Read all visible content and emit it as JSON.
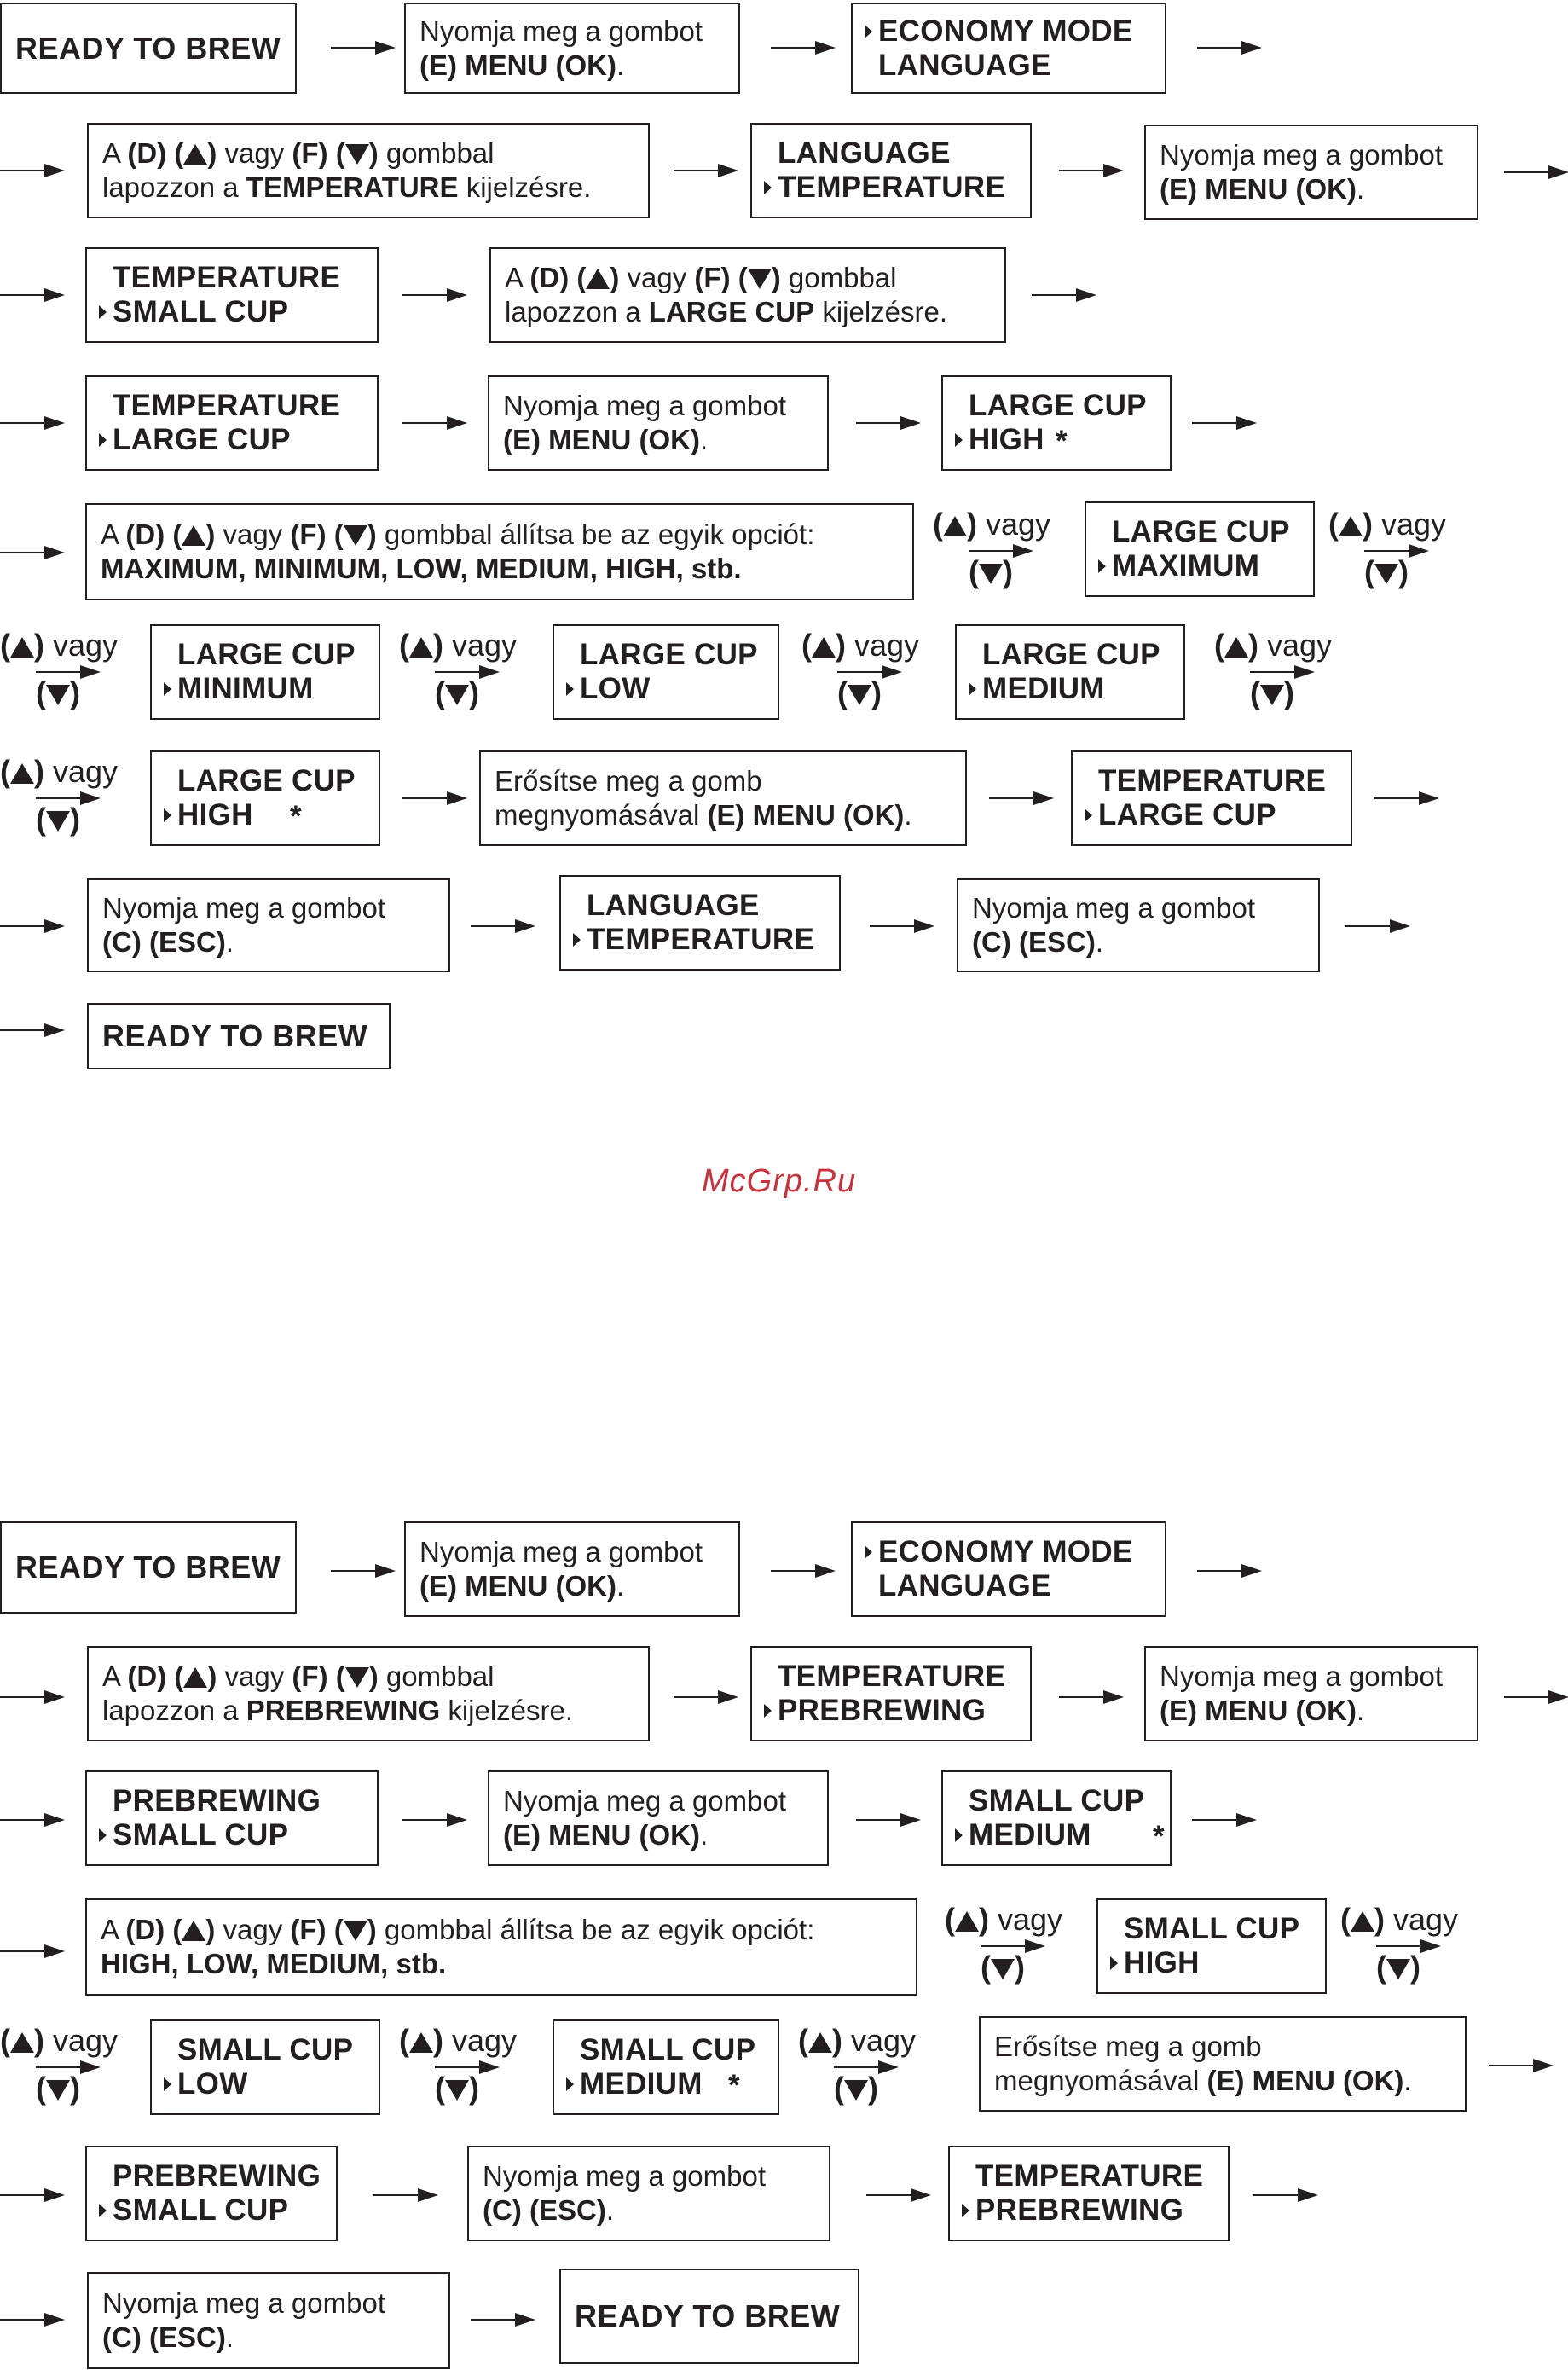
{
  "ready": "READY TO BREW",
  "instr": {
    "press_line1": "Nyomja meg a gombot",
    "menu_ok": "(E) MENU (OK)",
    "esc": "(C) (ESC)",
    "scroll_prefix_a": "A",
    "btn_d": "(D)",
    "or": "vagy",
    "btn_f": "(F)",
    "scroll_gombbal": "gombbal",
    "scroll_lapozzon": "lapozzon a",
    "scroll_suffix": "kijelzésre.",
    "set_suffix": "gombbal állítsa be az egyik opciót:",
    "confirm_line1": "Erősítse meg a gomb",
    "confirm_line2": "megnyomásával"
  },
  "menu": {
    "economy_mode": "ECONOMY MODE",
    "language": "LANGUAGE",
    "temperature": "TEMPERATURE",
    "prebrewing": "PREBREWING",
    "small_cup": "SMALL CUP",
    "large_cup": "LARGE CUP",
    "high": "HIGH",
    "maximum": "MAXIMUM",
    "minimum": "MINIMUM",
    "low": "LOW",
    "medium": "MEDIUM",
    "star": "*"
  },
  "options": {
    "temp_list": "MAXIMUM, MINIMUM, LOW, MEDIUM, HIGH, stb.",
    "pre_list": "HIGH, LOW, MEDIUM, stb."
  },
  "watermark": "McGrp.Ru"
}
